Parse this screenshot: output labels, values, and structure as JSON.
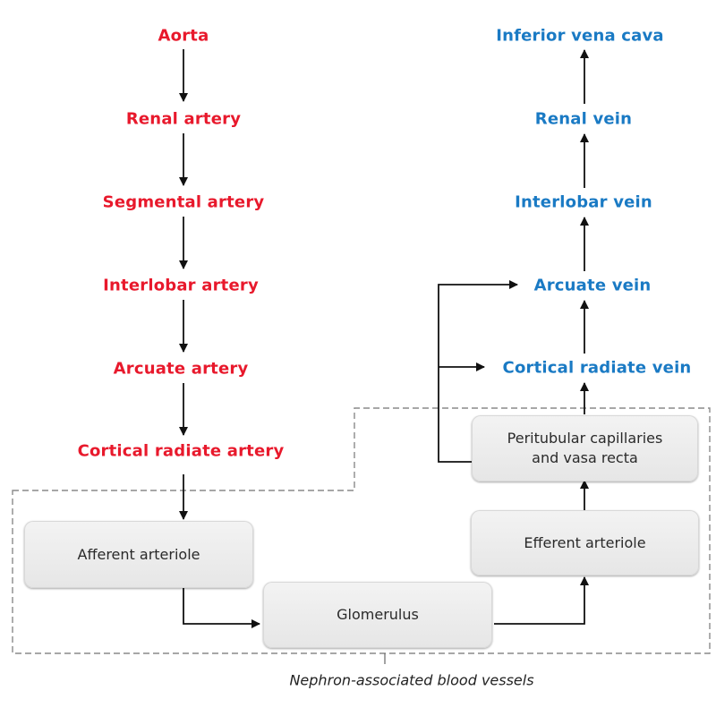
{
  "diagram": {
    "arterial_path": {
      "color": "#e8192c",
      "items": [
        "Aorta",
        "Renal artery",
        "Segmental artery",
        "Interlobar artery",
        "Arcuate artery",
        "Cortical radiate artery"
      ]
    },
    "venous_path": {
      "color": "#1a7ac4",
      "items": [
        "Inferior vena cava",
        "Renal vein",
        "Interlobar vein",
        "Arcuate vein",
        "Cortical radiate vein"
      ]
    },
    "nephron_boxes": {
      "afferent": "Afferent arteriole",
      "glomerulus": "Glomerulus",
      "efferent": "Efferent arteriole",
      "peritubular_line1": "Peritubular capillaries",
      "peritubular_line2": "and vasa recta"
    },
    "region_caption": "Nephron-associated blood vessels",
    "edges": [
      [
        "Aorta",
        "Renal artery"
      ],
      [
        "Renal artery",
        "Segmental artery"
      ],
      [
        "Segmental artery",
        "Interlobar artery"
      ],
      [
        "Interlobar artery",
        "Arcuate artery"
      ],
      [
        "Arcuate artery",
        "Cortical radiate artery"
      ],
      [
        "Cortical radiate artery",
        "Afferent arteriole"
      ],
      [
        "Afferent arteriole",
        "Glomerulus"
      ],
      [
        "Glomerulus",
        "Efferent arteriole"
      ],
      [
        "Efferent arteriole",
        "Peritubular capillaries and vasa recta"
      ],
      [
        "Peritubular capillaries and vasa recta",
        "Cortical radiate vein"
      ],
      [
        "Peritubular capillaries and vasa recta",
        "Arcuate vein"
      ],
      [
        "Cortical radiate vein",
        "Arcuate vein"
      ],
      [
        "Arcuate vein",
        "Interlobar vein"
      ],
      [
        "Interlobar vein",
        "Renal vein"
      ],
      [
        "Renal vein",
        "Inferior vena cava"
      ]
    ]
  }
}
